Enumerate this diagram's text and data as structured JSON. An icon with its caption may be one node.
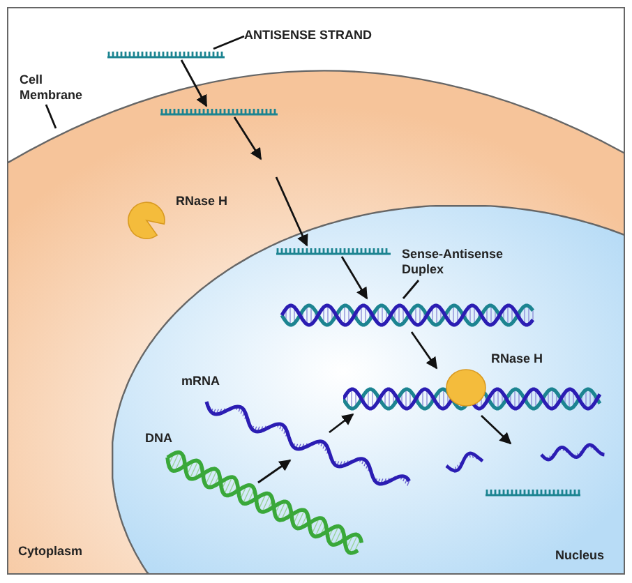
{
  "diagram": {
    "nodes": [
      {
        "text": [
          "Cytoplasm"
        ]
      },
      {
        "text": [
          "Nucleus"
        ],
        "in": 0
      },
      {
        "text": [
          "ANTISENSE STRAND"
        ]
      },
      {
        "text": [],
        "shape": "picture"
      },
      {
        "text": [],
        "shape": "picture",
        "in": 0
      },
      {
        "text": [],
        "shape": "picture",
        "in": 0,
        "beside": [
          "RNase H"
        ]
      },
      {
        "text": [],
        "shape": "picture",
        "in": 1
      },
      {
        "text": [
          "Sense-Antisense Duplex"
        ],
        "in": 1
      },
      {
        "text": [],
        "shape": "picture",
        "in": 1
      },
      {
        "text": [],
        "shape": "picture",
        "in": 1,
        "beside": [
          "RNase H"
        ]
      },
      {
        "text": [],
        "shape": "picture",
        "in": 1,
        "beside": [
          "mRNA"
        ]
      },
      {
        "text": [],
        "shape": "picture",
        "in": 1,
        "beside": [
          "DNA"
        ]
      },
      {
        "text": [],
        "shape": "picture",
        "in": 1
      },
      {
        "text": [
          "Cell Membrane"
        ]
      }
    ],
    "edges": [
      {
        "from": 2,
        "to": 3,
        "arrow": "none"
      },
      {
        "from": 3,
        "to": 4,
        "arrow": "to"
      },
      {
        "from": 4,
        "to": null,
        "arrow": "to"
      },
      {
        "from": null,
        "to": 6,
        "arrow": "to"
      },
      {
        "from": 6,
        "to": 8,
        "arrow": "to"
      },
      {
        "from": 7,
        "to": 8,
        "arrow": "none"
      },
      {
        "from": 8,
        "to": 9,
        "arrow": "to"
      },
      {
        "from": 11,
        "to": 10,
        "arrow": "to"
      },
      {
        "from": 10,
        "to": 9,
        "arrow": "to"
      },
      {
        "from": 9,
        "to": 12,
        "arrow": "to"
      },
      {
        "from": 13,
        "to": 0,
        "arrow": "none"
      }
    ]
  }
}
